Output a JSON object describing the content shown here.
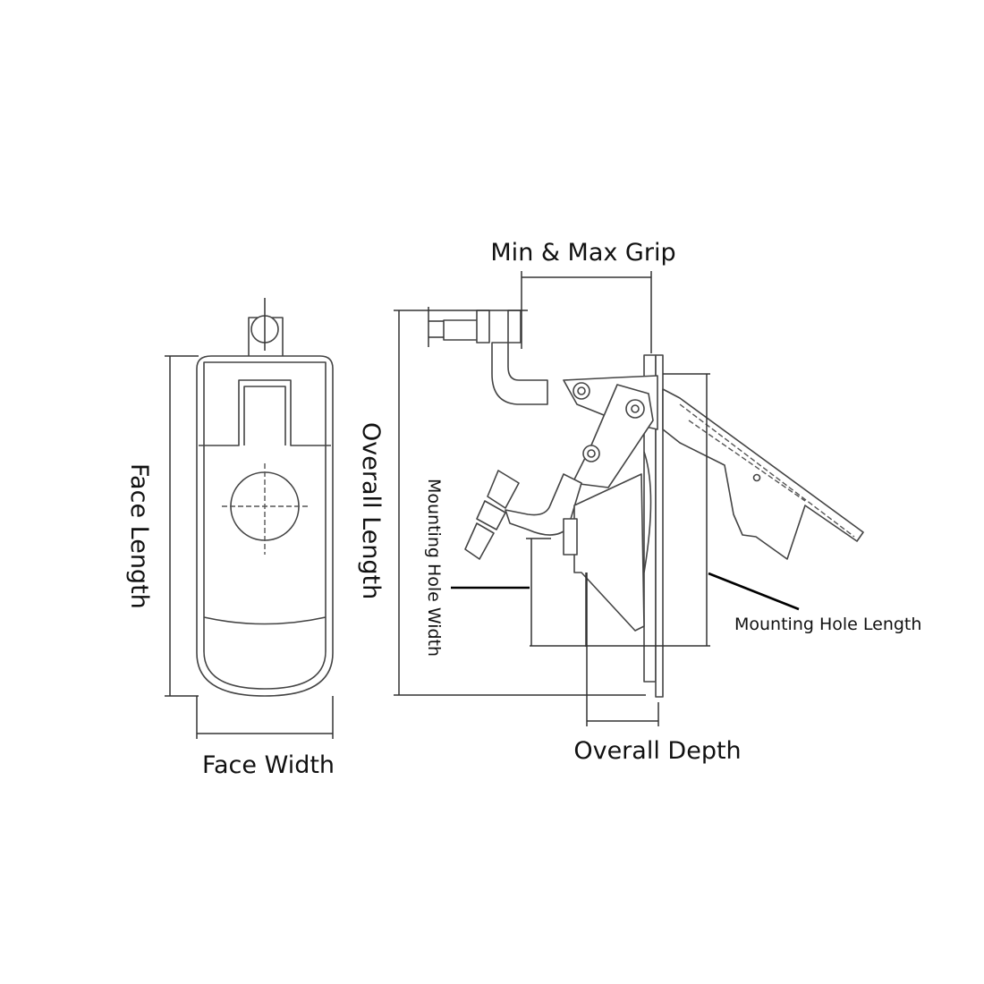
{
  "labels": {
    "face_length": "Face Length",
    "face_width": "Face Width",
    "overall_length": "Overall Length",
    "min_max_grip": "Min & Max Grip",
    "mounting_hole_width": "Mounting Hole Width",
    "mounting_hole_length": "Mounting Hole Length",
    "overall_depth": "Overall Depth"
  },
  "colors": {
    "line": "#444444",
    "text": "#111111",
    "background": "#ffffff"
  }
}
